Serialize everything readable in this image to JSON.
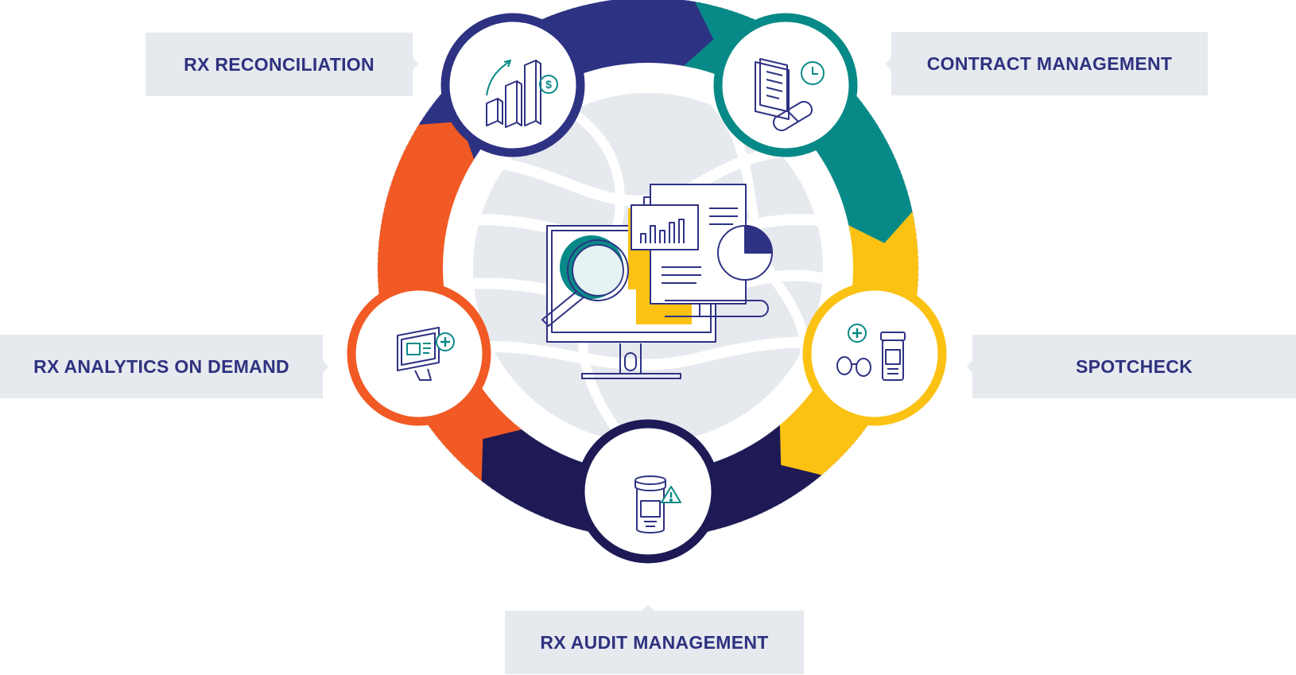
{
  "labels": {
    "rx_reconciliation": "RX RECONCILIATION",
    "contract_management": "CONTRACT MANAGEMENT",
    "rx_analytics_on_demand": "RX ANALYTICS ON DEMAND",
    "spotcheck": "SPOTCHECK",
    "rx_audit_management": "RX AUDIT MANAGEMENT"
  },
  "icons": {
    "rx_reconciliation": "bar-chart-dollar-icon",
    "contract_management": "clipboard-clock-pill-icon",
    "rx_analytics_on_demand": "monitor-medical-icon",
    "spotcheck": "glasses-pill-bottle-icon",
    "rx_audit_management": "pill-bottle-warning-icon",
    "center": "monitor-magnifier-reports-icon"
  },
  "colors": {
    "navy": "#2e3283",
    "teal": "#078a87",
    "yellow": "#fbc214",
    "orange": "#f15a24",
    "dark_navy": "#1d1a55",
    "label_bg": "#e6e9ee",
    "label_text": "#2e327f"
  }
}
